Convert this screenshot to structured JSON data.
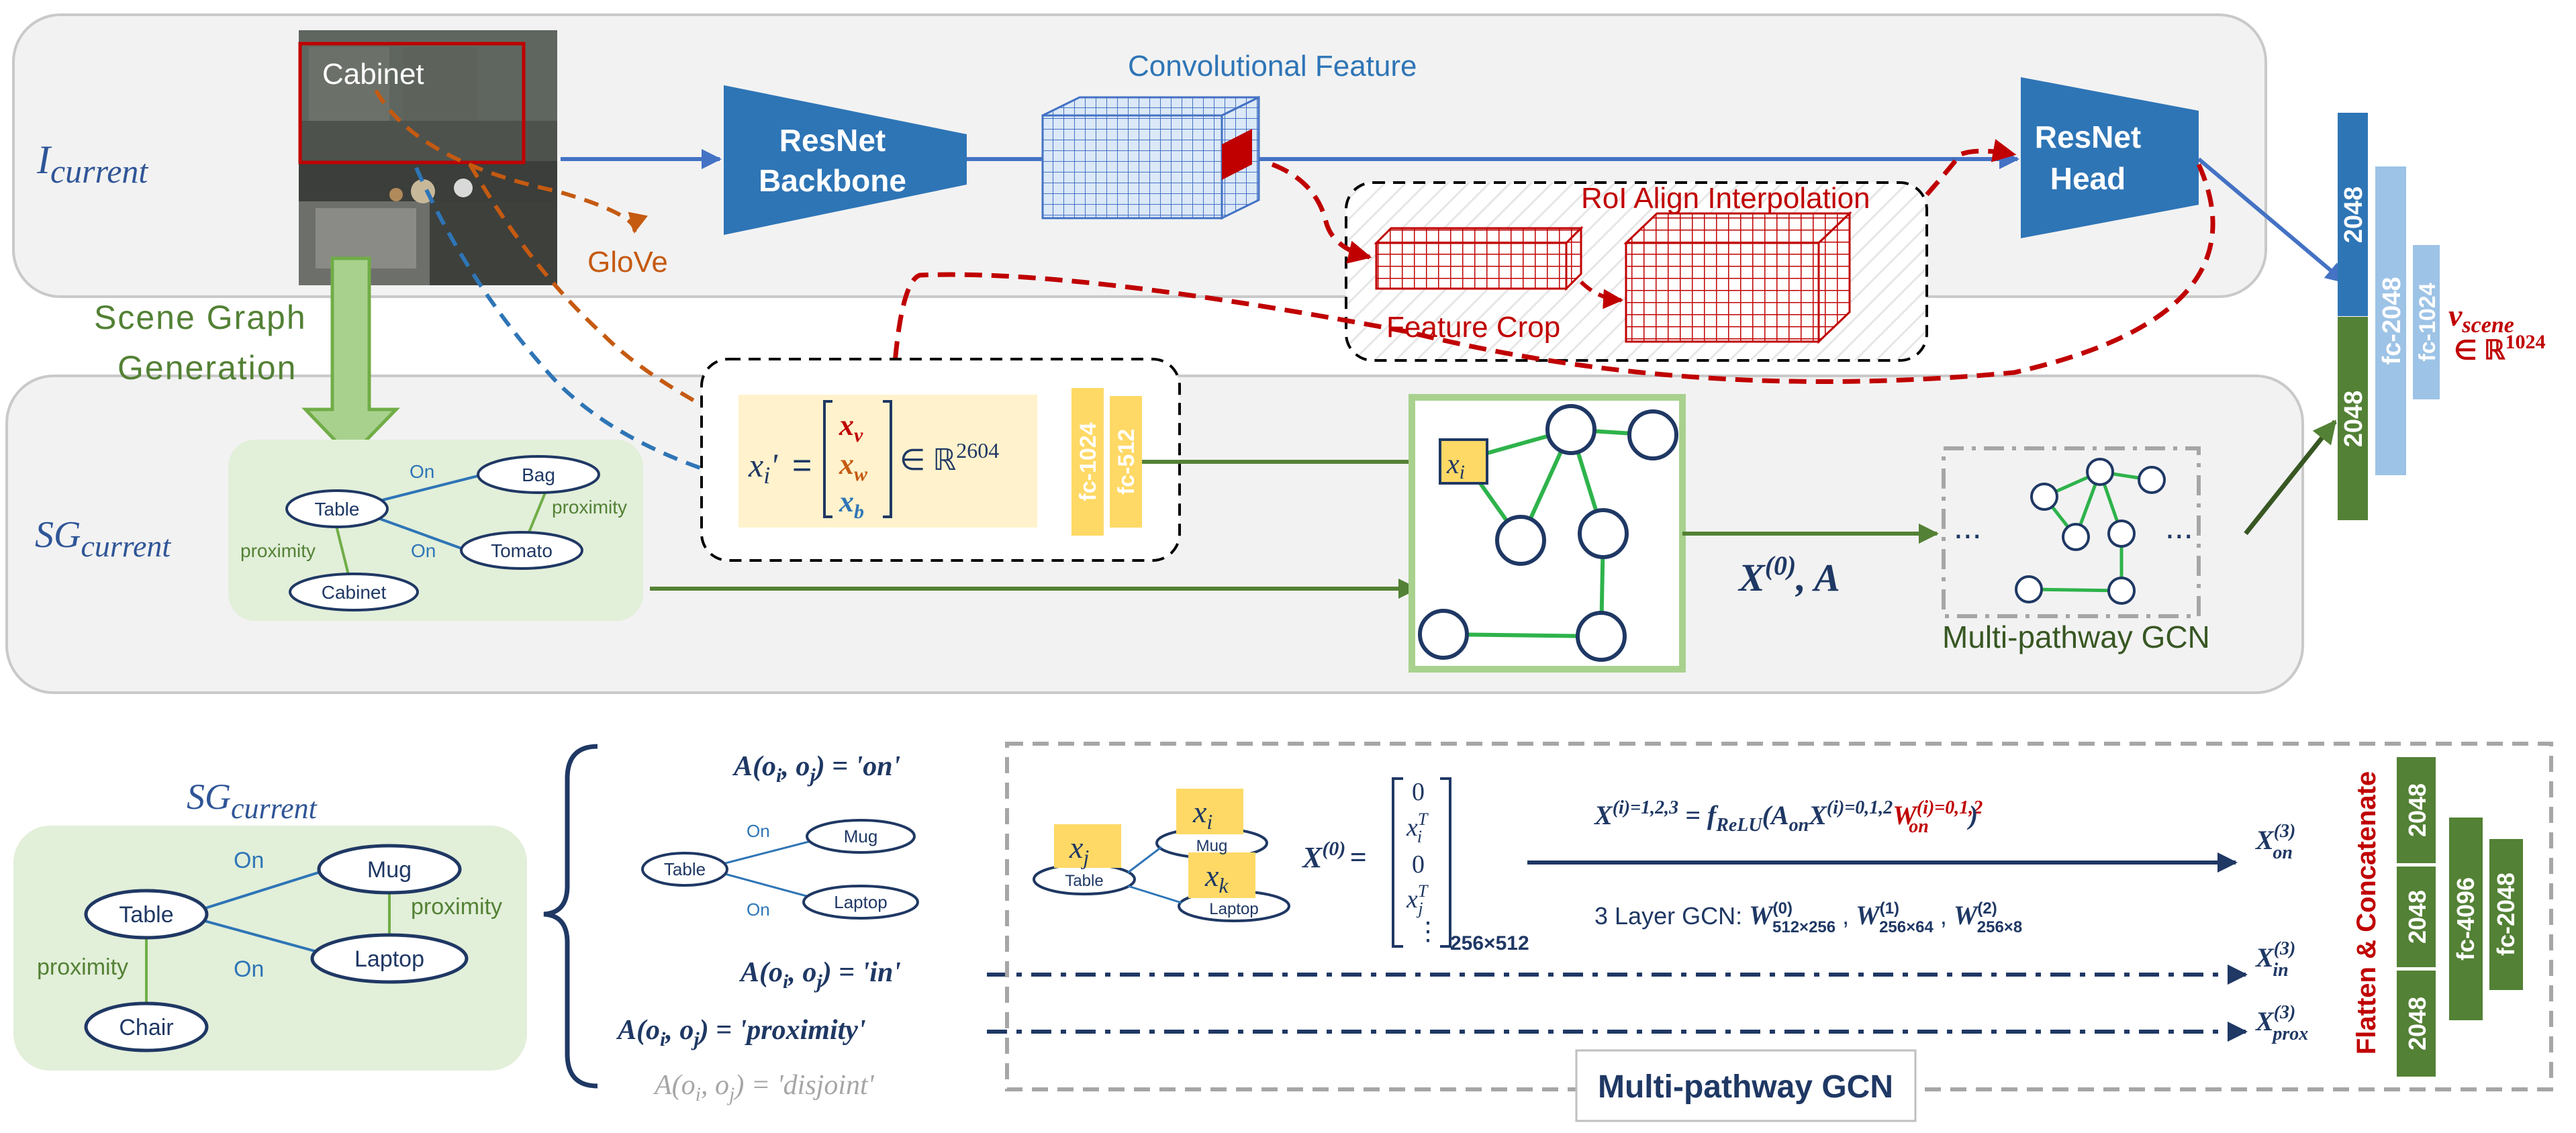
{
  "top": {
    "image_label": "Cabinet",
    "i_current": "I",
    "i_current_sub": "current",
    "resnet_backbone": [
      "ResNet",
      "Backbone"
    ],
    "conv_feature": "Convolutional Feature",
    "resnet_head": [
      "ResNet",
      "Head"
    ],
    "roi_align": "RoI Align Interpolation",
    "feature_crop": "Feature Crop",
    "glove": "GloVe"
  },
  "middle": {
    "scene_graph_generation": [
      "Scene Graph",
      "Generation"
    ],
    "sg_current": "SG",
    "sg_current_sub": "current",
    "xi_prime": "x",
    "xi_prime_sub": "i",
    "eq": "=",
    "xv": "x",
    "xv_sub": "v",
    "xw": "x",
    "xw_sub": "w",
    "xb": "x",
    "xb_sub": "b",
    "in_r": "∈ ℝ",
    "r_dim": "2604",
    "fc1024": "fc-1024",
    "fc512": "fc-512",
    "xi_node": "x",
    "xi_node_sub": "i",
    "x0a": "X",
    "x0a_sup": "(0)",
    "x0a_rest": ", A",
    "mp_gcn": "Multi-pathway GCN",
    "ellipsis": "..."
  },
  "small_graph": {
    "nodes": [
      "Table",
      "Bag",
      "Tomato",
      "Cabinet"
    ],
    "edges": [
      "On",
      "On",
      "proximity",
      "proximity"
    ]
  },
  "right": {
    "bar_2048_top": "2048",
    "bar_2048_bottom": "2048",
    "fc2048": "fc-2048",
    "fc1024": "fc-1024",
    "v_scene": "v",
    "v_scene_sub": "scene",
    "v_scene_in": "∈ ℝ",
    "v_scene_dim": "1024"
  },
  "bottom": {
    "sg_current": "SG",
    "sg_current_sub": "current",
    "graph": {
      "nodes": [
        "Table",
        "Mug",
        "Laptop",
        "Chair"
      ],
      "edges": [
        "On",
        "On",
        "proximity",
        "proximity"
      ]
    },
    "a_on": "A(o",
    "a_on_i": "i",
    "a_on_mid": ", o",
    "a_on_j": "j",
    "a_on_end": ") = 'on'",
    "a_in_end": ") = 'in'",
    "a_prox_end": ") = 'proximity'",
    "a_disj_end": ") = 'disjoint'",
    "mini_graph": {
      "nodes": [
        "Table",
        "Mug",
        "Laptop"
      ],
      "edges": [
        "On",
        "On"
      ]
    },
    "obj": {
      "xj": "x",
      "xj_sub": "j",
      "xi": "x",
      "xi_sub": "i",
      "xk": "x",
      "xk_sub": "k",
      "table": "Table",
      "mug": "Mug",
      "laptop": "Laptop"
    },
    "x0_label": "X",
    "x0_sup": "(0)",
    "x0_eq": "=",
    "matrix": [
      "0",
      "x",
      "0",
      "x",
      "⋮"
    ],
    "matrix_subs": [
      "i",
      "j"
    ],
    "matrix_sup": "T",
    "matrix_dim": "256×512",
    "gcn_eq": {
      "lhs": "X",
      "lhs_sup": "(i)=1,2,3",
      "eq": " = f",
      "f_sub": "ReLU",
      "open": "(A",
      "a_sub": "on",
      "x": "X",
      "x_sup": "(i)=0,1,2",
      "w": "W",
      "w_sub": "on",
      "w_sup": "(i)=0,1,2",
      "close": ")"
    },
    "layer_text": "3 Layer GCN: ",
    "w0": "W",
    "w0_sup": "(0)",
    "w0_sub": "512×256",
    "w1": "W",
    "w1_sup": "(1)",
    "w1_sub": "256×64",
    "w2": "W",
    "w2_sup": "(2)",
    "w2_sub": "256×8",
    "out_on": "X",
    "out_on_sup": "(3)",
    "out_on_sub": "on",
    "out_in": "X",
    "out_in_sup": "(3)",
    "out_in_sub": "in",
    "out_prox": "X",
    "out_prox_sup": "(3)",
    "out_prox_sub": "prox",
    "mp_gcn": "Multi-pathway GCN",
    "flatten": "Flatten & Concatenate",
    "bars": [
      "2048",
      "2048",
      "2048"
    ],
    "fc4096": "fc-4096",
    "fc2048": "fc-2048"
  },
  "colors": {
    "blue_dark": "#2e6ab0",
    "navy": "#1f3864",
    "green": "#538135",
    "red": "#c00000",
    "orange": "#c55a11",
    "yellow": "#ffd966",
    "light_green": "#e2efd9",
    "light_blue": "#9dc3e6",
    "grey_panel": "#f2f2f2"
  }
}
